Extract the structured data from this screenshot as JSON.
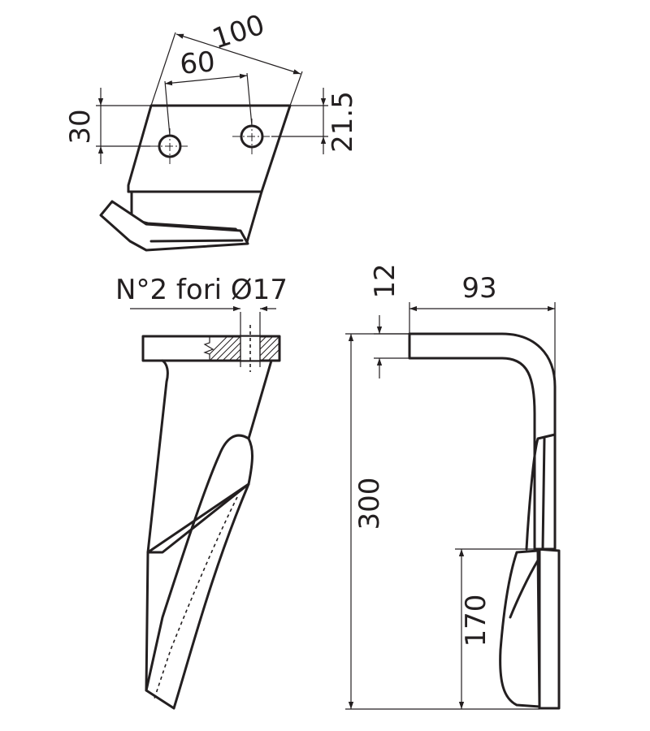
{
  "dimensions": {
    "total_width": "100",
    "hole_spacing": "60",
    "plate_height": "30",
    "hole_offset": "21.5",
    "holes_note": "N°2 fori Ø17",
    "thickness": "12",
    "reach": "93",
    "total_height": "300",
    "blade_height": "170"
  }
}
